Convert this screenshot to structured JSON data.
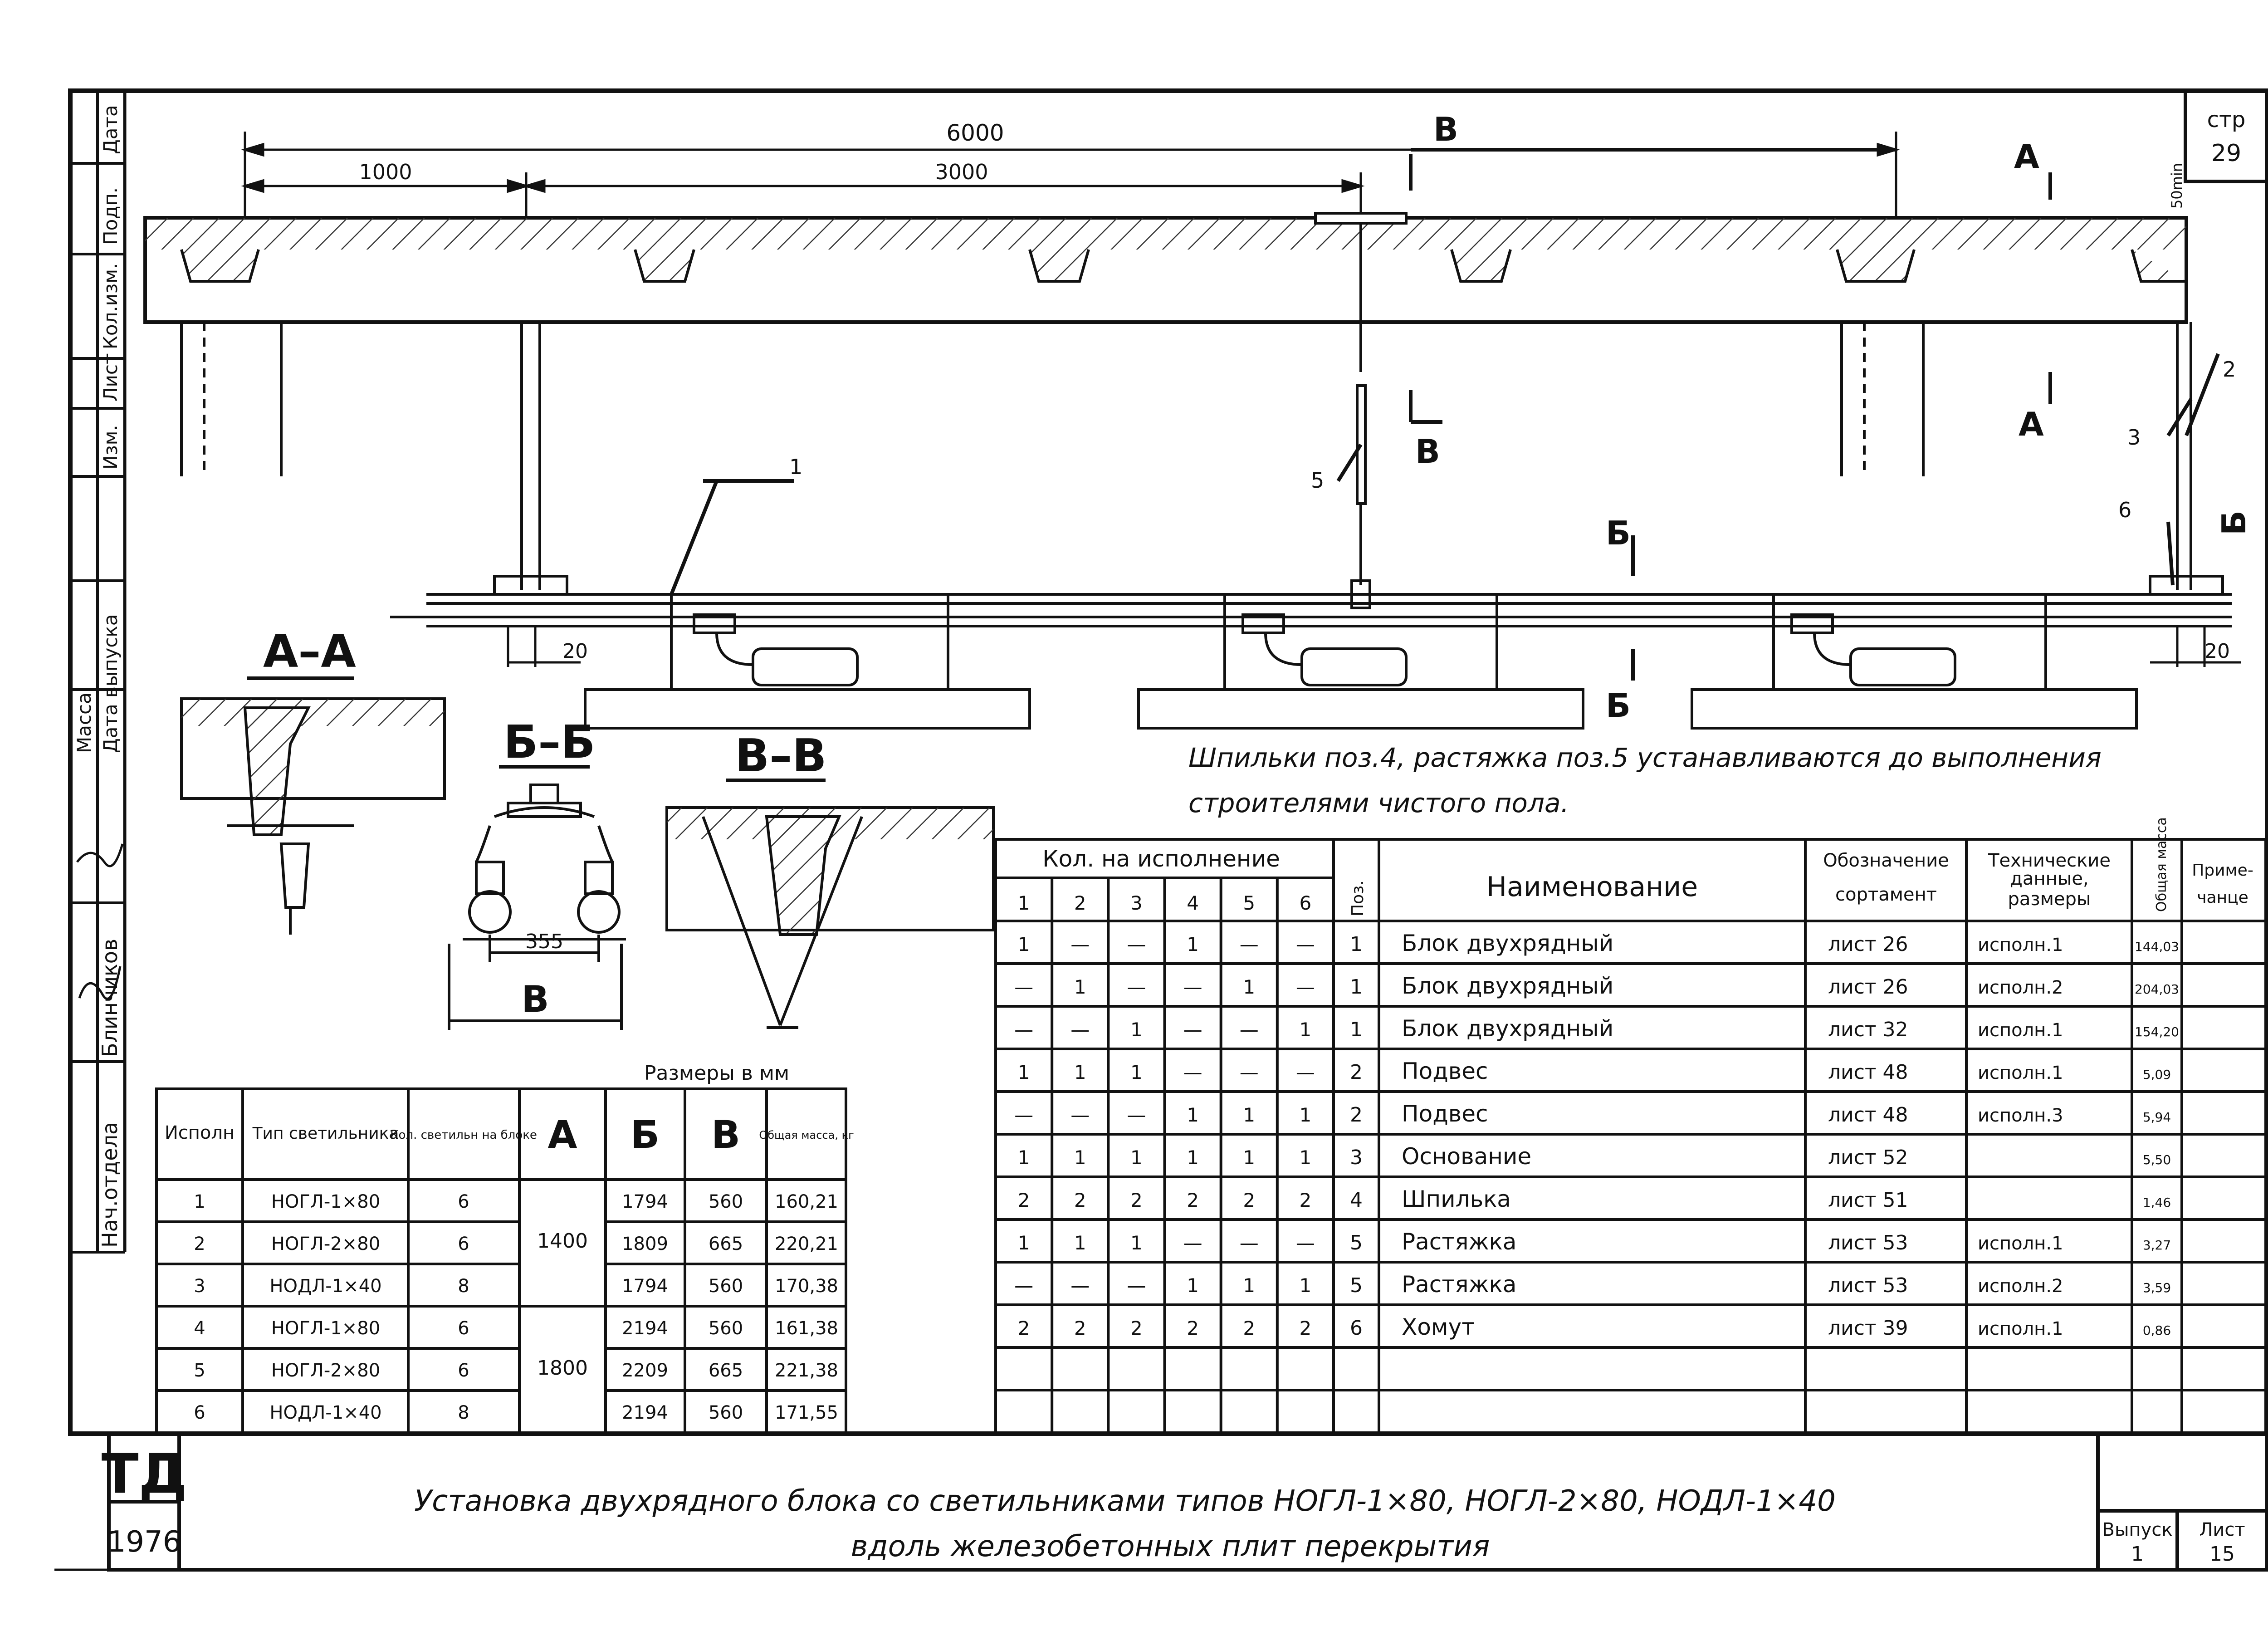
{
  "sheet_no": {
    "label": "стр",
    "value": "29"
  },
  "side_stamp": [
    "Дата",
    "Подп.",
    "Кол.изм.",
    "Лист",
    "Изм.",
    "Масса",
    "Дата выпуска",
    "Блинчиков",
    "Нач.отдела"
  ],
  "dims": {
    "total": "6000",
    "d1000": "1000",
    "d3000": "3000",
    "gap_left": "20",
    "gap_right": "20",
    "min_gap": "50min"
  },
  "section_marks": {
    "a": "А",
    "b": "Б",
    "v": "В"
  },
  "callouts": {
    "c1": "1",
    "c2": "2",
    "c3": "3",
    "c5": "5",
    "c6": "6"
  },
  "sections": {
    "aa": {
      "title": "А–А"
    },
    "bb": {
      "title": "Б–Б",
      "dim": "355",
      "letter": "В"
    },
    "vv": {
      "title": "В–В"
    }
  },
  "note": {
    "line1": "Шпильки поз.4, растяжка поз.5 устанавливаются до выполнения",
    "line2": "строителями чистого пола."
  },
  "units_note": "Размеры в мм",
  "variants_table": {
    "headers": [
      "Исполн",
      "Тип светильника",
      "Кол. светильн на блоке",
      "А",
      "Б",
      "В",
      "Общая масса, кг"
    ],
    "rows": [
      [
        "1",
        "НОГЛ-1×80",
        "6",
        "1794",
        "560",
        "160,21"
      ],
      [
        "2",
        "НОГЛ-2×80",
        "6",
        "1809",
        "665",
        "220,21"
      ],
      [
        "3",
        "НОДЛ-1×40",
        "8",
        "1794",
        "560",
        "170,38"
      ],
      [
        "4",
        "НОГЛ-1×80",
        "6",
        "2194",
        "560",
        "161,38"
      ],
      [
        "5",
        "НОГЛ-2×80",
        "6",
        "2209",
        "665",
        "221,38"
      ],
      [
        "6",
        "НОДЛ-1×40",
        "8",
        "2194",
        "560",
        "171,55"
      ]
    ],
    "a_values": [
      "1400",
      "1800"
    ]
  },
  "spec_table": {
    "group_header": "Кол. на исполнение",
    "cols": [
      "1",
      "2",
      "3",
      "4",
      "5",
      "6"
    ],
    "headers": {
      "pos": "Поз.",
      "name": "Наименование",
      "des1": "Обозначение",
      "des2": "сортамент",
      "tech1": "Технические",
      "tech2": "данные,",
      "tech3": "размеры",
      "mass": "Общая масса",
      "note1": "Приме-",
      "note2": "чанце"
    },
    "rows": [
      {
        "q": [
          "1",
          "—",
          "—",
          "1",
          "—",
          "—"
        ],
        "pos": "1",
        "name": "Блок двухрядный",
        "des": "лист 26",
        "tech": "исполн.1",
        "mass": "144,03"
      },
      {
        "q": [
          "—",
          "1",
          "—",
          "—",
          "1",
          "—"
        ],
        "pos": "1",
        "name": "Блок двухрядный",
        "des": "лист 26",
        "tech": "исполн.2",
        "mass": "204,03"
      },
      {
        "q": [
          "—",
          "—",
          "1",
          "—",
          "—",
          "1"
        ],
        "pos": "1",
        "name": "Блок двухрядный",
        "des": "лист 32",
        "tech": "исполн.1",
        "mass": "154,20"
      },
      {
        "q": [
          "1",
          "1",
          "1",
          "—",
          "—",
          "—"
        ],
        "pos": "2",
        "name": "Подвес",
        "des": "лист 48",
        "tech": "исполн.1",
        "mass": "5,09"
      },
      {
        "q": [
          "—",
          "—",
          "—",
          "1",
          "1",
          "1"
        ],
        "pos": "2",
        "name": "Подвес",
        "des": "лист 48",
        "tech": "исполн.3",
        "mass": "5,94"
      },
      {
        "q": [
          "1",
          "1",
          "1",
          "1",
          "1",
          "1"
        ],
        "pos": "3",
        "name": "Основание",
        "des": "лист 52",
        "tech": "",
        "mass": "5,50"
      },
      {
        "q": [
          "2",
          "2",
          "2",
          "2",
          "2",
          "2"
        ],
        "pos": "4",
        "name": "Шпилька",
        "des": "лист 51",
        "tech": "",
        "mass": "1,46"
      },
      {
        "q": [
          "1",
          "1",
          "1",
          "—",
          "—",
          "—"
        ],
        "pos": "5",
        "name": "Растяжка",
        "des": "лист 53",
        "tech": "исполн.1",
        "mass": "3,27"
      },
      {
        "q": [
          "—",
          "—",
          "—",
          "1",
          "1",
          "1"
        ],
        "pos": "5",
        "name": "Растяжка",
        "des": "лист 53",
        "tech": "исполн.2",
        "mass": "3,59"
      },
      {
        "q": [
          "2",
          "2",
          "2",
          "2",
          "2",
          "2"
        ],
        "pos": "6",
        "name": "Хомут",
        "des": "лист 39",
        "tech": "исполн.1",
        "mass": "0,86"
      }
    ]
  },
  "title_block": {
    "logo": "ТД",
    "year": "1976",
    "title_line1": "Установка двухрядного блока со светильниками типов НОГЛ-1×80, НОГЛ-2×80, НОДЛ-1×40",
    "title_line2": "вдоль железобетонных плит перекрытия",
    "issue_label": "Выпуск",
    "issue_value": "1",
    "sheet_label": "Лист",
    "sheet_value": "15"
  }
}
